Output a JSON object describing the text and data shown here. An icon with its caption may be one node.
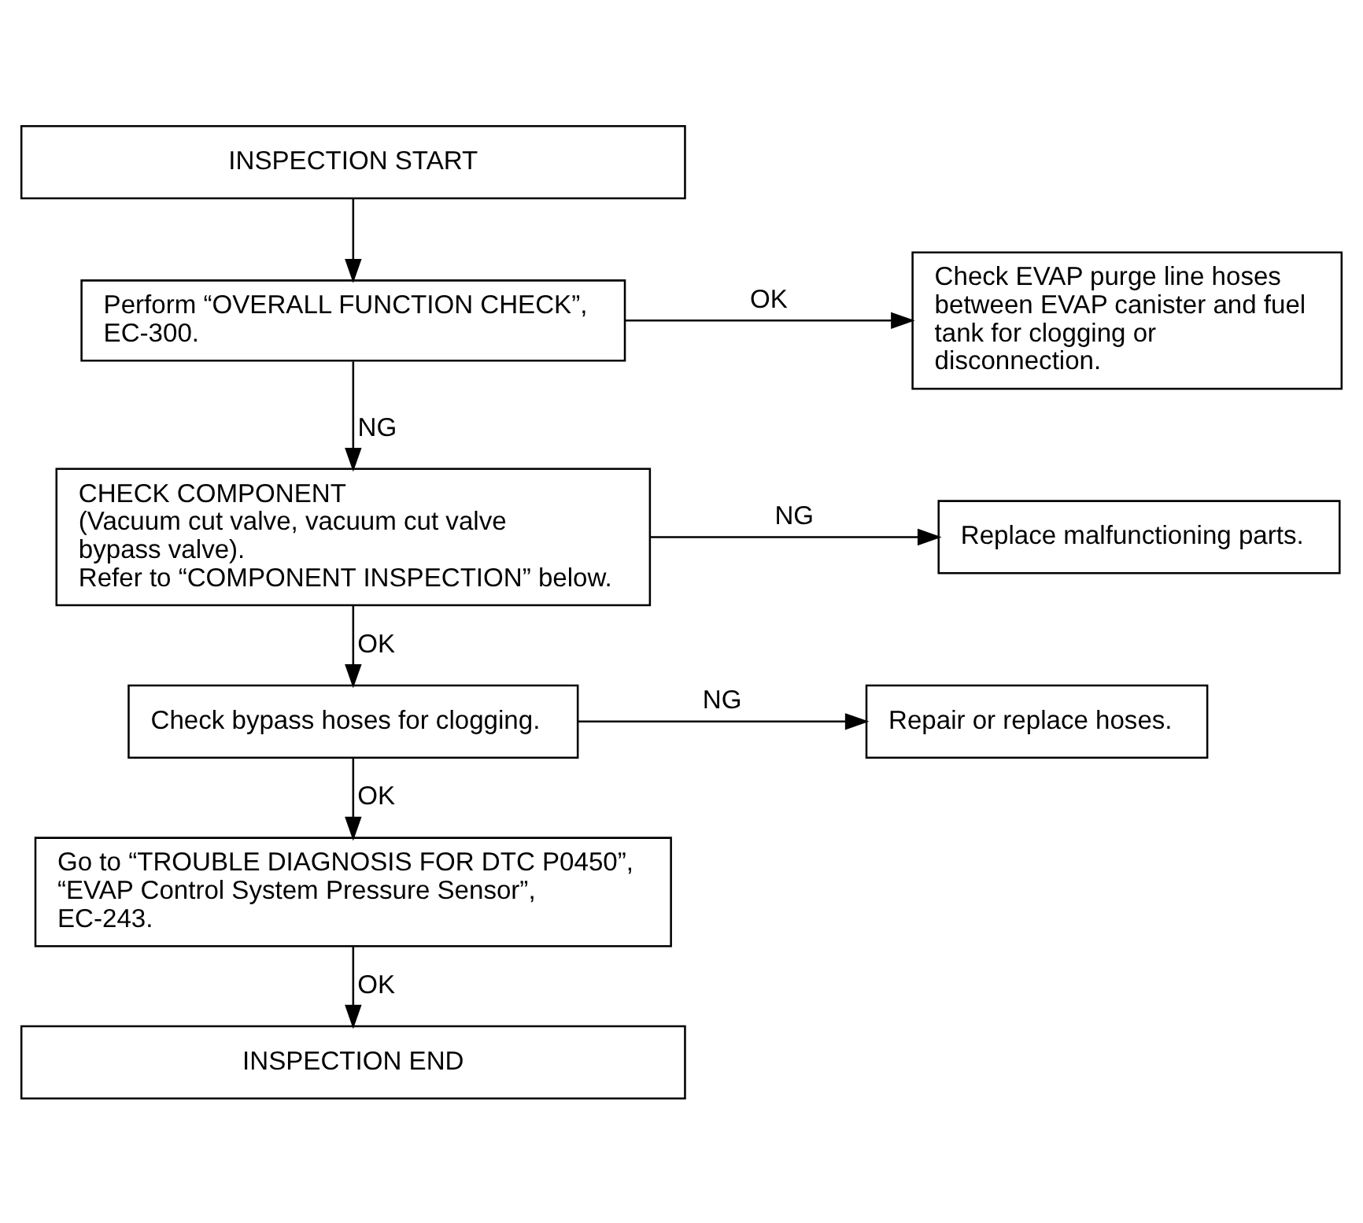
{
  "diagram": {
    "nodes": [
      {
        "text": [
          "INSPECTION START"
        ]
      },
      {
        "text": [
          "Perform “OVERALL FUNCTION CHECK”, EC-300."
        ]
      },
      {
        "text": [
          "Check EVAP purge line hoses between EVAP canister and fuel tank for clogging or disconnection."
        ]
      },
      {
        "text": [
          "CHECK COMPONENT",
          "(Vacuum cut valve, vacuum cut valve bypass valve).",
          "Refer to “COMPONENT INSPECTION” below."
        ]
      },
      {
        "text": [
          "Replace malfunctioning parts."
        ]
      },
      {
        "text": [
          "Check bypass hoses for clogging."
        ]
      },
      {
        "text": [
          "Repair or replace hoses."
        ]
      },
      {
        "text": [
          "Go to “TROUBLE DIAGNOSIS FOR DTC P0450”, “EVAP Control System Pressure Sensor”, EC-243."
        ]
      },
      {
        "text": [
          "INSPECTION END"
        ]
      }
    ],
    "edges": [
      {
        "from": 0,
        "to": 1,
        "arrow": "to"
      },
      {
        "from": 1,
        "to": 2,
        "arrow": "to",
        "label": "OK"
      },
      {
        "from": 1,
        "to": 3,
        "arrow": "to",
        "label": "NG"
      },
      {
        "from": 3,
        "to": 4,
        "arrow": "to",
        "label": "NG"
      },
      {
        "from": 3,
        "to": 5,
        "arrow": "to",
        "label": "OK"
      },
      {
        "from": 5,
        "to": 6,
        "arrow": "to",
        "label": "NG"
      },
      {
        "from": 5,
        "to": 7,
        "arrow": "to",
        "label": "OK"
      },
      {
        "from": 7,
        "to": 8,
        "arrow": "to",
        "label": "OK"
      }
    ]
  }
}
